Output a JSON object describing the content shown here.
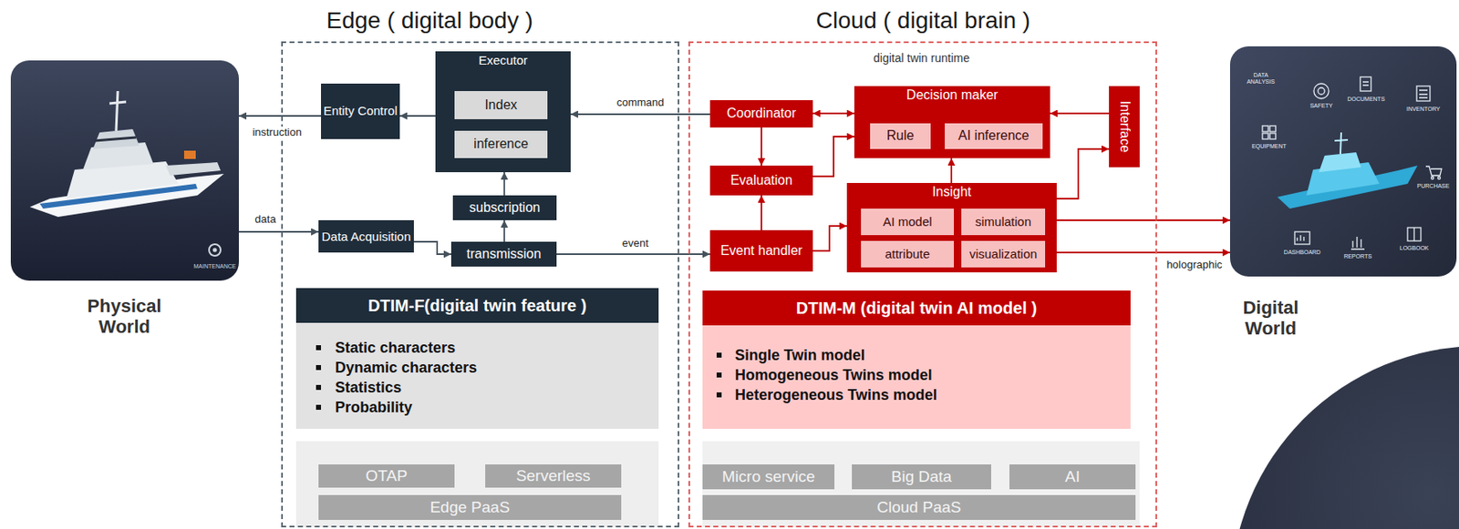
{
  "diagram": {
    "nodes": [
      {
        "text": [
          "Physical World"
        ]
      },
      {
        "text": [
          "Edge ( digital body )"
        ]
      },
      {
        "text": [
          "Executor"
        ],
        "in": 1
      },
      {
        "text": [
          "Index"
        ],
        "in": 2
      },
      {
        "text": [
          "inference"
        ],
        "in": 2
      },
      {
        "text": [
          "Entity Control"
        ],
        "in": 1
      },
      {
        "text": [
          "subscription"
        ],
        "in": 1
      },
      {
        "text": [
          "Data Acquisition"
        ],
        "in": 1
      },
      {
        "text": [
          "transmission"
        ],
        "in": 1
      },
      {
        "text": [
          "DTIM-F(digital twin feature )",
          "Static characters",
          "Dynamic characters",
          "Statistics",
          "Probability"
        ],
        "in": 1
      },
      {
        "text": [
          "OTAP"
        ],
        "in": 1
      },
      {
        "text": [
          "Serverless"
        ],
        "in": 1
      },
      {
        "text": [
          "Edge PaaS"
        ],
        "in": 1
      },
      {
        "text": [
          "Cloud ( digital brain )"
        ]
      },
      {
        "text": [
          "Coordinator"
        ],
        "in": 13
      },
      {
        "text": [
          "Evaluation"
        ],
        "in": 13
      },
      {
        "text": [
          "Event handler"
        ],
        "in": 13
      },
      {
        "text": [
          "Decision maker"
        ],
        "in": 13
      },
      {
        "text": [
          "Rule"
        ],
        "in": 17
      },
      {
        "text": [
          "AI inference"
        ],
        "in": 17
      },
      {
        "text": [
          "Interface"
        ],
        "in": 13
      },
      {
        "text": [
          "Insight"
        ],
        "in": 13
      },
      {
        "text": [
          "AI model"
        ],
        "in": 21
      },
      {
        "text": [
          "simulation"
        ],
        "in": 21
      },
      {
        "text": [
          "attribute"
        ],
        "in": 21
      },
      {
        "text": [
          "visualization"
        ],
        "in": 21
      },
      {
        "text": [
          "DTIM-M (digital twin AI model )",
          "Single Twin model",
          "Homogeneous Twins model",
          "Heterogeneous Twins model"
        ],
        "in": 13
      },
      {
        "text": [
          "Micro service"
        ],
        "in": 13
      },
      {
        "text": [
          "Big Data"
        ],
        "in": 13
      },
      {
        "text": [
          "AI"
        ],
        "in": 13
      },
      {
        "text": [
          "Cloud PaaS"
        ],
        "in": 13
      },
      {
        "text": [
          "Digital World"
        ]
      }
    ],
    "edges": [
      {
        "from": 5,
        "to": 0,
        "label": "instruction",
        "arrow": "to"
      },
      {
        "from": 0,
        "to": 7,
        "label": "data",
        "arrow": "to"
      },
      {
        "from": 2,
        "to": 5,
        "arrow": "to"
      },
      {
        "from": 14,
        "to": 2,
        "label": "command",
        "arrow": "to"
      },
      {
        "from": 7,
        "to": 8,
        "arrow": "to"
      },
      {
        "from": 8,
        "to": 6,
        "arrow": "to"
      },
      {
        "from": 6,
        "to": 2,
        "arrow": "to"
      },
      {
        "from": 8,
        "to": 16,
        "label": "event",
        "arrow": "to"
      },
      {
        "from": 16,
        "to": 15,
        "arrow": "to"
      },
      {
        "from": 14,
        "to": 15,
        "arrow": "to"
      },
      {
        "from": 15,
        "to": 17,
        "arrow": "to"
      },
      {
        "from": 14,
        "to": 17,
        "arrow": "both"
      },
      {
        "from": 16,
        "to": 21,
        "arrow": "to"
      },
      {
        "from": 21,
        "to": 17,
        "arrow": "to"
      },
      {
        "from": 20,
        "to": 17,
        "arrow": "to"
      },
      {
        "from": 21,
        "to": 20,
        "arrow": "to"
      },
      {
        "from": 21,
        "to": 31,
        "arrow": "to"
      },
      {
        "from": 21,
        "to": 31,
        "label": "holographic",
        "arrow": "to"
      }
    ],
    "labels": [
      "digital twin runtime",
      "DATA ANALYSIS",
      "SAFETY",
      "DOCUMENTS",
      "INVENTORY",
      "EQUIPMENT",
      "PURCHASE",
      "DASHBOARD",
      "REPORTS",
      "LOGBOOK",
      "MAINTENANCE"
    ]
  }
}
